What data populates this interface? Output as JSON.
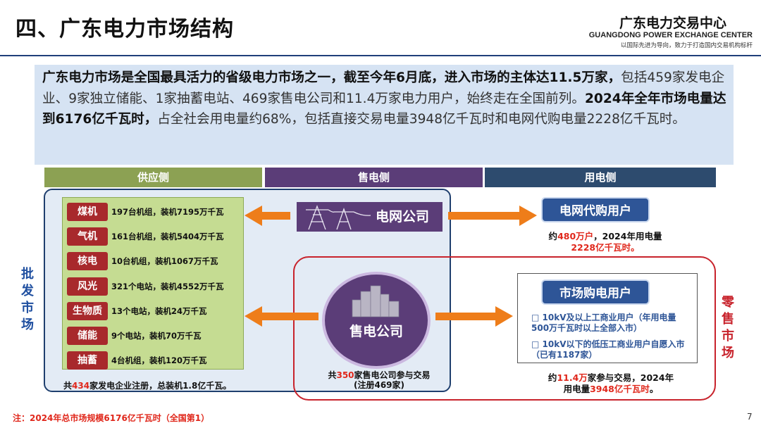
{
  "header": {
    "title": "四、广东电力市场结构",
    "org_name": "广东电力交易中心",
    "org_name_en": "GUANGDONG POWER EXCHANGE CENTER",
    "slogan": "以国际先进为导向，致力于打造国内交易机构标杆"
  },
  "intro": {
    "p1_bold": "广东电力市场是全国最具活力的省级电力市场之一，截至今年6月底，进入市场的主体达11.5万家，",
    "p1_rest": "包括459家发电企业、9家独立储能、1家抽蓄电站、469家售电公司和11.4万家电力用户，始终走在全国前列。",
    "p2_bold": "2024年全年市场电量达到6176亿千瓦时，",
    "p2_rest": "占全社会用电量约68%，包括直接交易电量3948亿千瓦时和电网代购电量2228亿千瓦时。"
  },
  "columns": {
    "supply": "供应侧",
    "sell": "售电侧",
    "use": "用电侧"
  },
  "generation": [
    {
      "label": "煤机",
      "desc": "197台机组，装机7195万千瓦"
    },
    {
      "label": "气机",
      "desc": "161台机组，装机5404万千瓦"
    },
    {
      "label": "核电",
      "desc": "10台机组，装机1067万千瓦"
    },
    {
      "label": "风光",
      "desc": "321个电站，装机4552万千瓦"
    },
    {
      "label": "生物质",
      "desc": "13个电站，装机24万千瓦"
    },
    {
      "label": "储能",
      "desc": "9个电站，装机70万千瓦"
    },
    {
      "label": "抽蓄",
      "desc": "4台机组，装机120万千瓦"
    }
  ],
  "supply_note": {
    "pre": "共",
    "num": "434",
    "post": "家发电企业注册，总装机1.8亿千瓦。"
  },
  "side_labels": {
    "wholesale": "批发市场",
    "retail": "零售市场"
  },
  "grid_company": "电网公司",
  "sales_company": "售电公司",
  "sales_note": {
    "pre": "共",
    "num": "350",
    "post": "家售电公司参与交易",
    "line2": "(注册469家)"
  },
  "grid_user": {
    "label": "电网代购用户",
    "note_pre": "约",
    "note_num": "480万户",
    "note_mid": "，2024年用电量",
    "note_line2": "2228亿千瓦时。"
  },
  "market_user": {
    "label": "市场购电用户",
    "items": [
      "□ 10kV及以上工商业用户（年用电量500万千瓦时以上全部入市）",
      "□ 10kV以下的低压工商业用户自愿入市（已有1187家）"
    ],
    "note_pre": "约",
    "note_num": "11.4万",
    "note_mid": "家参与交易，2024年",
    "note_l2_pre": "用电量",
    "note_l2_num": "3948亿千瓦时",
    "note_l2_post": "。"
  },
  "footnote": "注：2024年总市场规模6176亿千瓦时（全国第1）",
  "page_number": "7",
  "colors": {
    "navy": "#1f3f6e",
    "purple": "#5b3d78",
    "green": "#8ca153",
    "red": "#c8232c",
    "blue": "#2e5597",
    "arrow": "#ee7d1a"
  }
}
